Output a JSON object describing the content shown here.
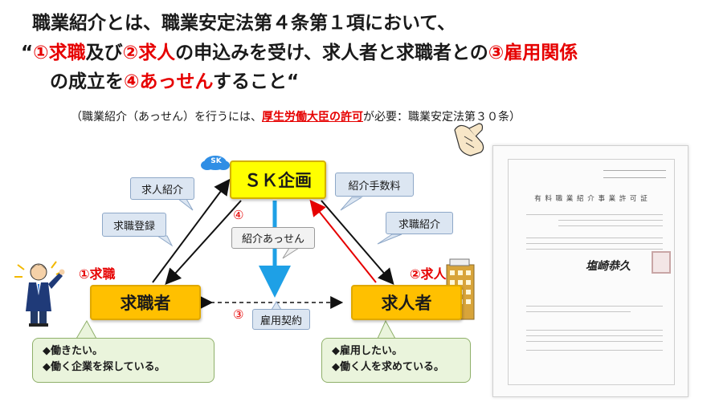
{
  "title": {
    "line1": "職業紹介とは、職業安定法第４条第１項において、",
    "line2_q": "“",
    "line2_a": "①求職",
    "line2_b": "及び",
    "line2_c": "②求人",
    "line2_d": "の申込みを受け、求人者と求職者との",
    "line2_e": "③雇用関係",
    "line3_a": "の成立を",
    "line3_b": "④あっせん",
    "line3_c": "すること“"
  },
  "note": {
    "a": "（職業紹介（あっせん）を行うには、",
    "b": "厚生労働大臣の許可",
    "c": "が必要：職業安定法第３０条）"
  },
  "nodes": {
    "center": "ＳＫ企画",
    "seeker": "求職者",
    "employer": "求人者",
    "cloud_logo": "SK"
  },
  "callouts": {
    "seeker_intro": "求人紹介",
    "seeker_register": "求職登録",
    "fee": "紹介手数料",
    "employer_intro": "求職紹介",
    "mediation": "紹介あっせん",
    "contract": "雇用契約"
  },
  "labels": {
    "seeker_num": "①求職",
    "employer_num": "②求人",
    "num3": "③",
    "num4": "④"
  },
  "bubbles": {
    "seeker": [
      "◆働きたい。",
      "◆働く企業を探している。"
    ],
    "employer": [
      "◆雇用したい。",
      "◆働く人を求めている。"
    ]
  },
  "certificate": {
    "title": "有 料 職 業 紹 介 事 業 許 可 証",
    "signature": "塩崎恭久"
  },
  "colors": {
    "red": "#e60000",
    "node_yellow": "#ffc000",
    "callout_blue": "#dce6f2",
    "bubble_green": "#eaf4dc",
    "arrow_blue": "#1ea0e6"
  }
}
